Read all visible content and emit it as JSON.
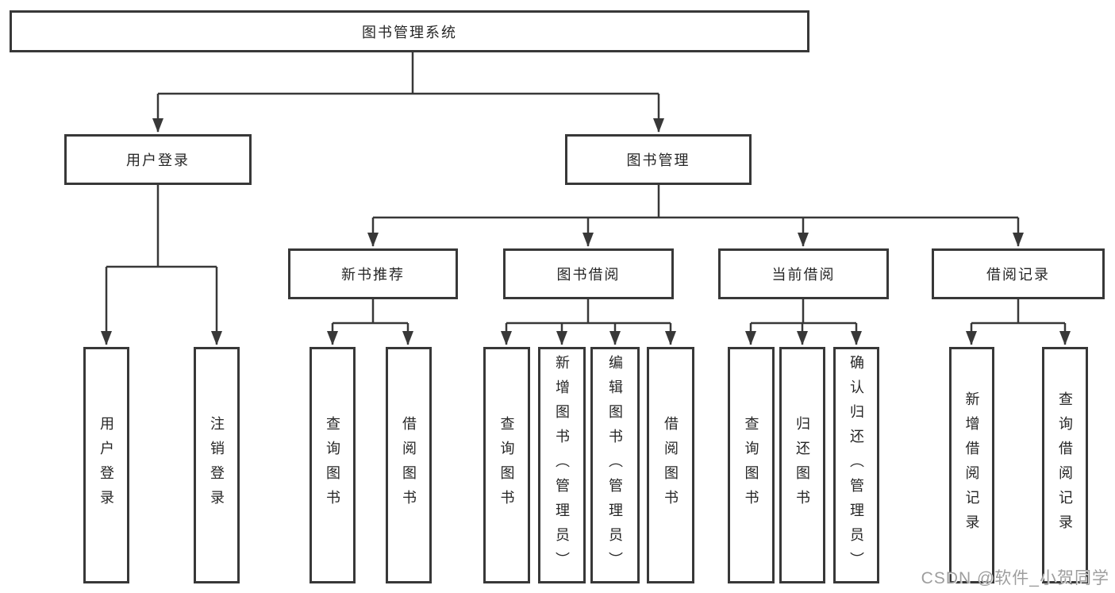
{
  "tree": {
    "root": {
      "label": "图书管理系统"
    },
    "branches": [
      {
        "label": "用户登录",
        "children": [
          {
            "label": "用户登录"
          },
          {
            "label": "注销登录"
          }
        ]
      },
      {
        "label": "图书管理",
        "children": [
          {
            "label": "新书推荐",
            "children": [
              {
                "label": "查询图书"
              },
              {
                "label": "借阅图书"
              }
            ]
          },
          {
            "label": "图书借阅",
            "children": [
              {
                "label": "查询图书"
              },
              {
                "label": "新增图书（管理员）"
              },
              {
                "label": "编辑图书（管理员）"
              },
              {
                "label": "借阅图书"
              }
            ]
          },
          {
            "label": "当前借阅",
            "children": [
              {
                "label": "查询图书"
              },
              {
                "label": "归还图书"
              },
              {
                "label": "确认归还（管理员）"
              }
            ]
          },
          {
            "label": "借阅记录",
            "children": [
              {
                "label": "新增借阅记录"
              },
              {
                "label": "查询借阅记录"
              }
            ]
          }
        ]
      }
    ]
  },
  "watermark": "CSDN @软件_小贺同学",
  "colors": {
    "line": "#383838",
    "text": "#262626",
    "background": "#ffffff",
    "watermark": "#9e9e9e"
  }
}
